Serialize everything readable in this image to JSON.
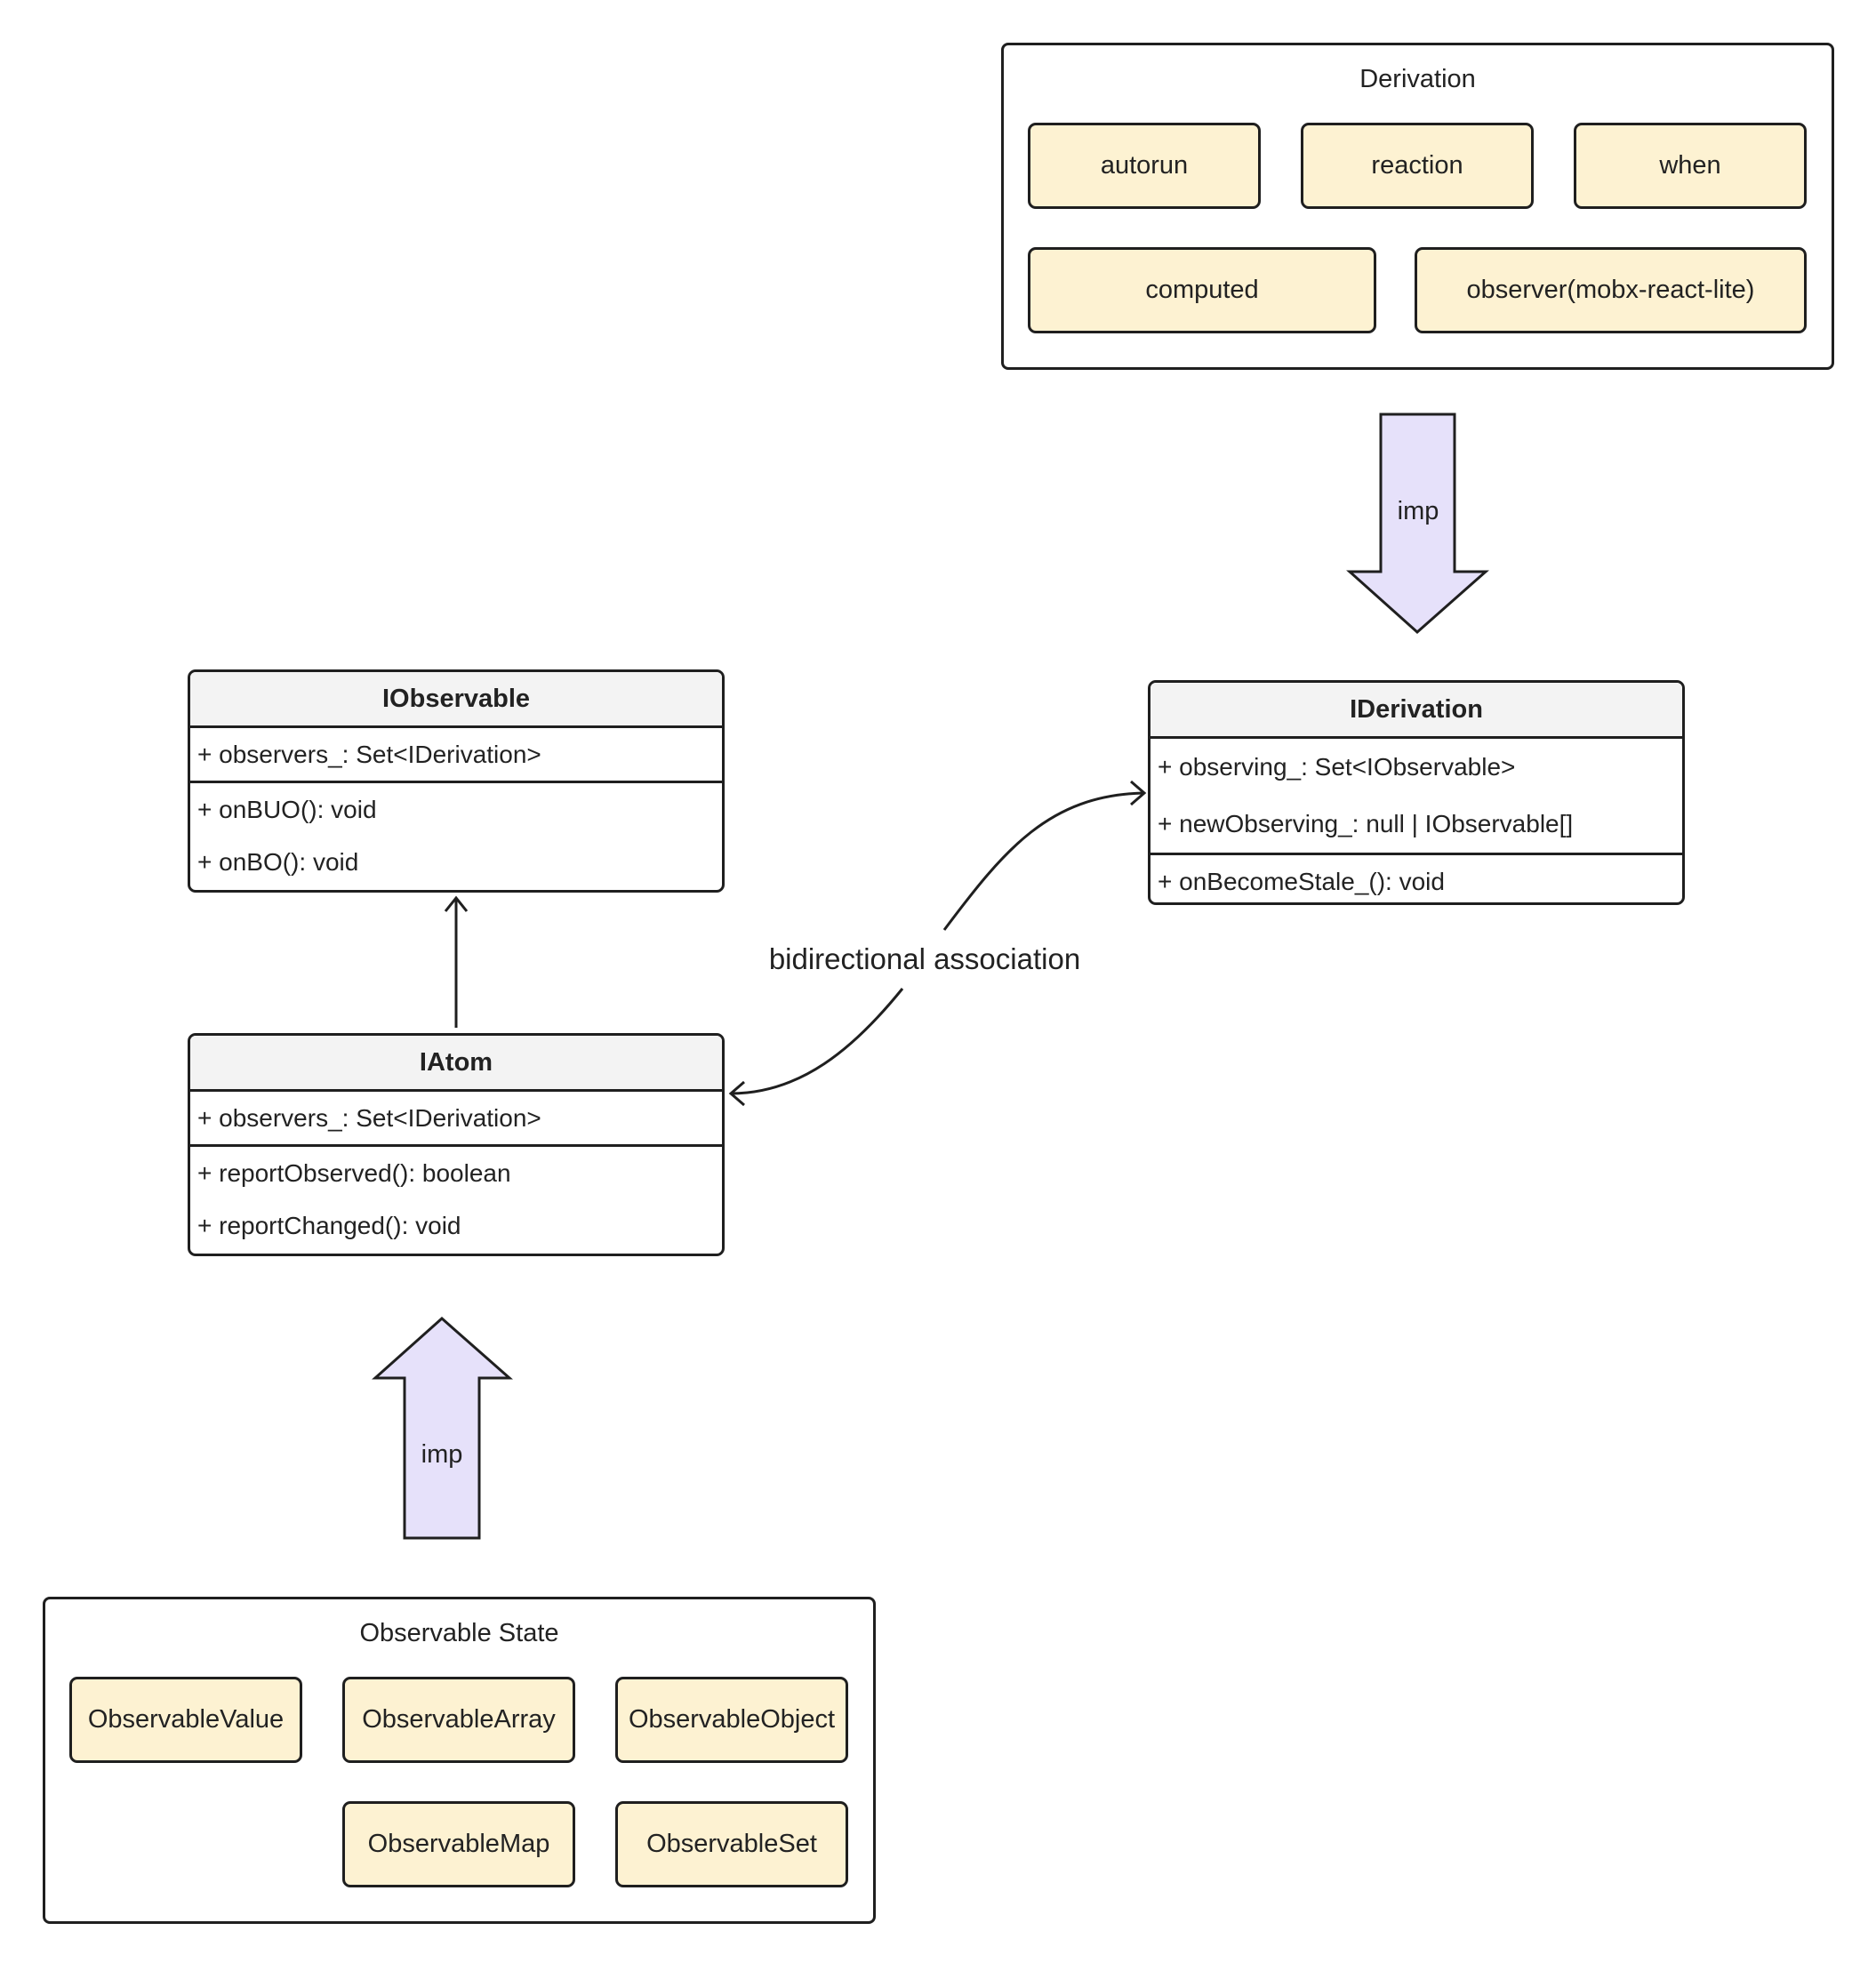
{
  "derivation_group": {
    "title": "Derivation",
    "items": [
      "autorun",
      "reaction",
      "when",
      "computed",
      "observer(mobx-react-lite)"
    ]
  },
  "observable_state_group": {
    "title": "Observable State",
    "items": [
      "ObservableValue",
      "ObservableArray",
      "ObservableObject",
      "ObservableMap",
      "ObservableSet"
    ]
  },
  "iobservable": {
    "name": "IObservable",
    "attributes": [
      "+ observers_: Set<IDerivation>"
    ],
    "methods": [
      "+ onBUO(): void",
      "+ onBO(): void"
    ]
  },
  "iderivation": {
    "name": "IDerivation",
    "attributes": [
      "+ observing_: Set<IObservable>",
      "+ newObserving_: null | IObservable[]"
    ],
    "methods": [
      "+ onBecomeStale_(): void"
    ]
  },
  "iatom": {
    "name": "IAtom",
    "attributes": [
      "+ observers_: Set<IDerivation>"
    ],
    "methods": [
      "+ reportObserved(): boolean",
      "+ reportChanged(): void"
    ]
  },
  "arrows": {
    "derivation_imp_label": "imp",
    "observable_state_imp_label": "imp",
    "association_label": "bidirectional association"
  },
  "colors": {
    "chip_fill": "#fdf2d2",
    "arrow_fill": "#e6e1fa",
    "header_fill": "#f3f3f3",
    "stroke": "#1f1f1f"
  }
}
